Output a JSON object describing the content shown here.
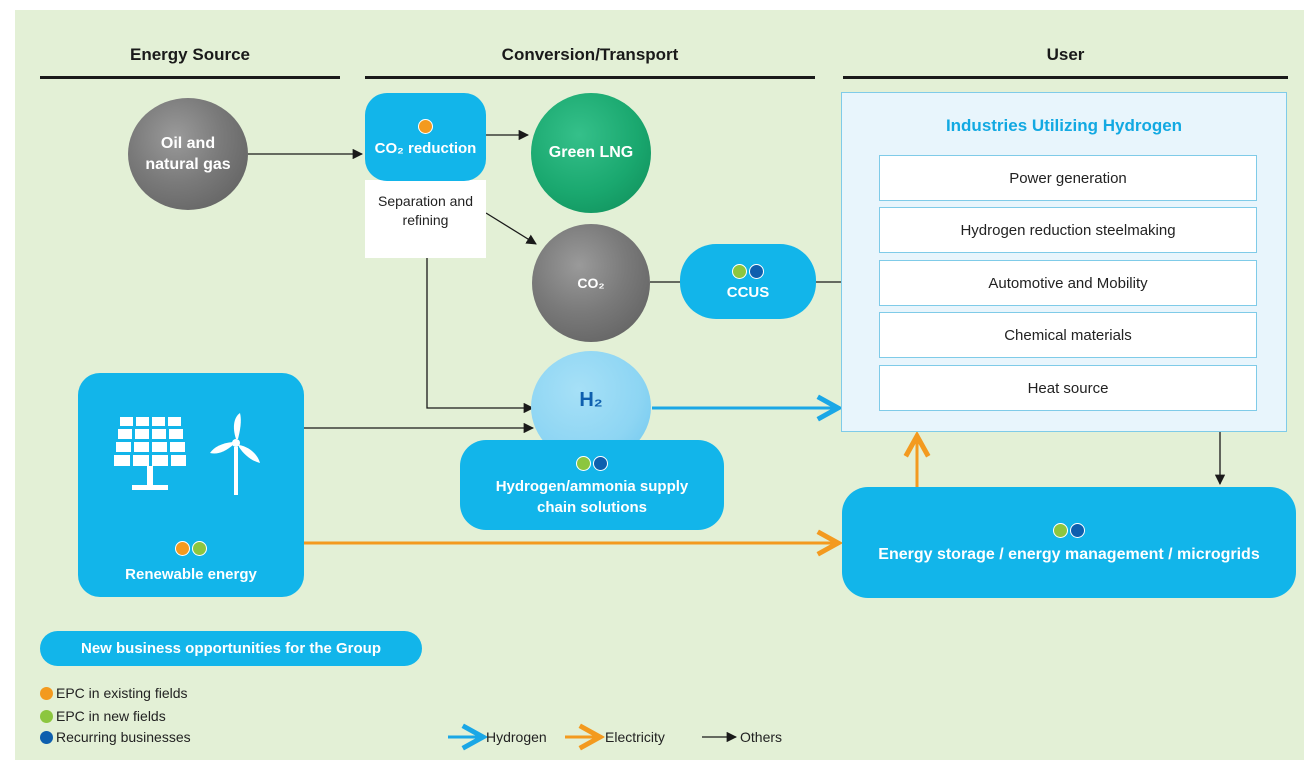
{
  "headers": {
    "energy_source": "Energy Source",
    "conversion": "Conversion/Transport",
    "user": "User"
  },
  "nodes": {
    "oil_gas": "Oil and natural gas",
    "co2_reduction": "CO₂ reduction",
    "separation": "Separation and refining",
    "green_lng": "Green LNG",
    "co2": "CO₂",
    "ccus": "CCUS",
    "h2": "H₂",
    "h2_supply": "Hydrogen/ammonia supply chain solutions",
    "renewable": "Renewable energy",
    "storage": "Energy storage / energy management / microgrids"
  },
  "industries": {
    "title": "Industries Utilizing Hydrogen",
    "items": [
      "Power generation",
      "Hydrogen reduction steelmaking",
      "Automotive and Mobility",
      "Chemical materials",
      "Heat source"
    ]
  },
  "new_business": "New business opportunities for the Group",
  "legend": {
    "dots": [
      {
        "label": "EPC in existing fields",
        "color": "#f39a1f"
      },
      {
        "label": "EPC in new fields",
        "color": "#8cc63f"
      },
      {
        "label": "Recurring businesses",
        "color": "#0e5fae"
      }
    ],
    "arrows": [
      {
        "label": "Hydrogen",
        "color": "#1aa7e6"
      },
      {
        "label": "Electricity",
        "color": "#f39a1f"
      },
      {
        "label": "Others",
        "color": "#1a1a1a"
      }
    ]
  },
  "colors": {
    "background": "#e3f0d6",
    "accent_blue": "#12b5ea",
    "green_lng": "#1aa86f",
    "h2_light": "#8dd5f3"
  }
}
